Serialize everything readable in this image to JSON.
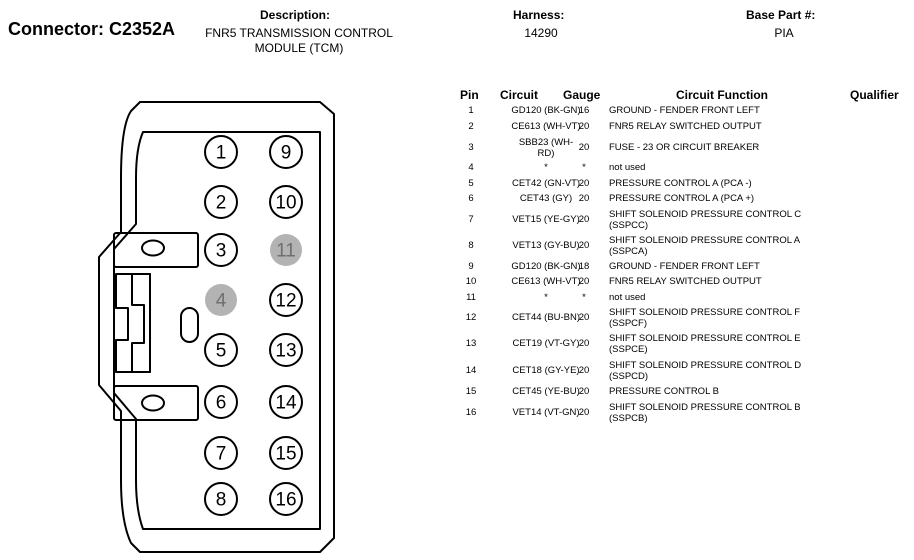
{
  "connector": {
    "title": "Connector: C2352A"
  },
  "description": {
    "label": "Description:",
    "value_line1": "FNR5 TRANSMISSION CONTROL",
    "value_line2": "MODULE (TCM)"
  },
  "harness": {
    "label": "Harness:",
    "value": "14290"
  },
  "base_part": {
    "label": "Base Part #:",
    "value": "PIA"
  },
  "table": {
    "headers": {
      "pin": "Pin",
      "circuit": "Circuit",
      "gauge": "Gauge",
      "function": "Circuit Function",
      "qualifier": "Qualifier"
    },
    "rows": [
      {
        "pin": "1",
        "circuit": "GD120 (BK-GN)",
        "gauge": "16",
        "function": "GROUND - FENDER FRONT LEFT"
      },
      {
        "pin": "2",
        "circuit": "CE613 (WH-VT)",
        "gauge": "20",
        "function": "FNR5 RELAY SWITCHED OUTPUT"
      },
      {
        "pin": "3",
        "circuit": "SBB23 (WH-",
        "circuit2": "RD)",
        "gauge": "20",
        "function": "FUSE - 23 OR CIRCUIT BREAKER"
      },
      {
        "pin": "4",
        "circuit": "*",
        "gauge": "*",
        "function": "not used"
      },
      {
        "pin": "5",
        "circuit": "CET42 (GN-VT)",
        "gauge": "20",
        "function": "PRESSURE CONTROL A (PCA -)"
      },
      {
        "pin": "6",
        "circuit": "CET43 (GY)",
        "gauge": "20",
        "function": "PRESSURE CONTROL A (PCA +)"
      },
      {
        "pin": "7",
        "circuit": "VET15 (YE-GY)",
        "gauge": "20",
        "function": "SHIFT SOLENOID PRESSURE CONTROL C",
        "function2": "(SSPCC)"
      },
      {
        "pin": "8",
        "circuit": "VET13 (GY-BU)",
        "gauge": "20",
        "function": "SHIFT SOLENOID PRESSURE CONTROL A",
        "function2": "(SSPCA)"
      },
      {
        "pin": "9",
        "circuit": "GD120 (BK-GN)",
        "gauge": "18",
        "function": "GROUND - FENDER FRONT LEFT"
      },
      {
        "pin": "10",
        "circuit": "CE613 (WH-VT)",
        "gauge": "20",
        "function": "FNR5 RELAY SWITCHED OUTPUT"
      },
      {
        "pin": "11",
        "circuit": "*",
        "gauge": "*",
        "function": "not used"
      },
      {
        "pin": "12",
        "circuit": "CET44 (BU-BN)",
        "gauge": "20",
        "function": "SHIFT SOLENOID PRESSURE CONTROL F",
        "function2": "(SSPCF)"
      },
      {
        "pin": "13",
        "circuit": "CET19 (VT-GY)",
        "gauge": "20",
        "function": "SHIFT SOLENOID PRESSURE CONTROL E",
        "function2": "(SSPCE)"
      },
      {
        "pin": "14",
        "circuit": "CET18 (GY-YE)",
        "gauge": "20",
        "function": "SHIFT SOLENOID PRESSURE CONTROL D",
        "function2": "(SSPCD)"
      },
      {
        "pin": "15",
        "circuit": "CET45 (YE-BU)",
        "gauge": "20",
        "function": "PRESSURE CONTROL B"
      },
      {
        "pin": "16",
        "circuit": "VET14 (VT-GN)",
        "gauge": "20",
        "function": "SHIFT SOLENOID PRESSURE CONTROL B",
        "function2": "(SSPCB)"
      }
    ]
  },
  "diagram": {
    "pins": [
      {
        "label": "1",
        "unused": false
      },
      {
        "label": "2",
        "unused": false
      },
      {
        "label": "3",
        "unused": false
      },
      {
        "label": "4",
        "unused": true
      },
      {
        "label": "5",
        "unused": false
      },
      {
        "label": "6",
        "unused": false
      },
      {
        "label": "7",
        "unused": false
      },
      {
        "label": "8",
        "unused": false
      },
      {
        "label": "9",
        "unused": false
      },
      {
        "label": "10",
        "unused": false
      },
      {
        "label": "11",
        "unused": true
      },
      {
        "label": "12",
        "unused": false
      },
      {
        "label": "13",
        "unused": false
      },
      {
        "label": "14",
        "unused": false
      },
      {
        "label": "15",
        "unused": false
      },
      {
        "label": "16",
        "unused": false
      }
    ],
    "unused_color": "#b3b3b3"
  }
}
